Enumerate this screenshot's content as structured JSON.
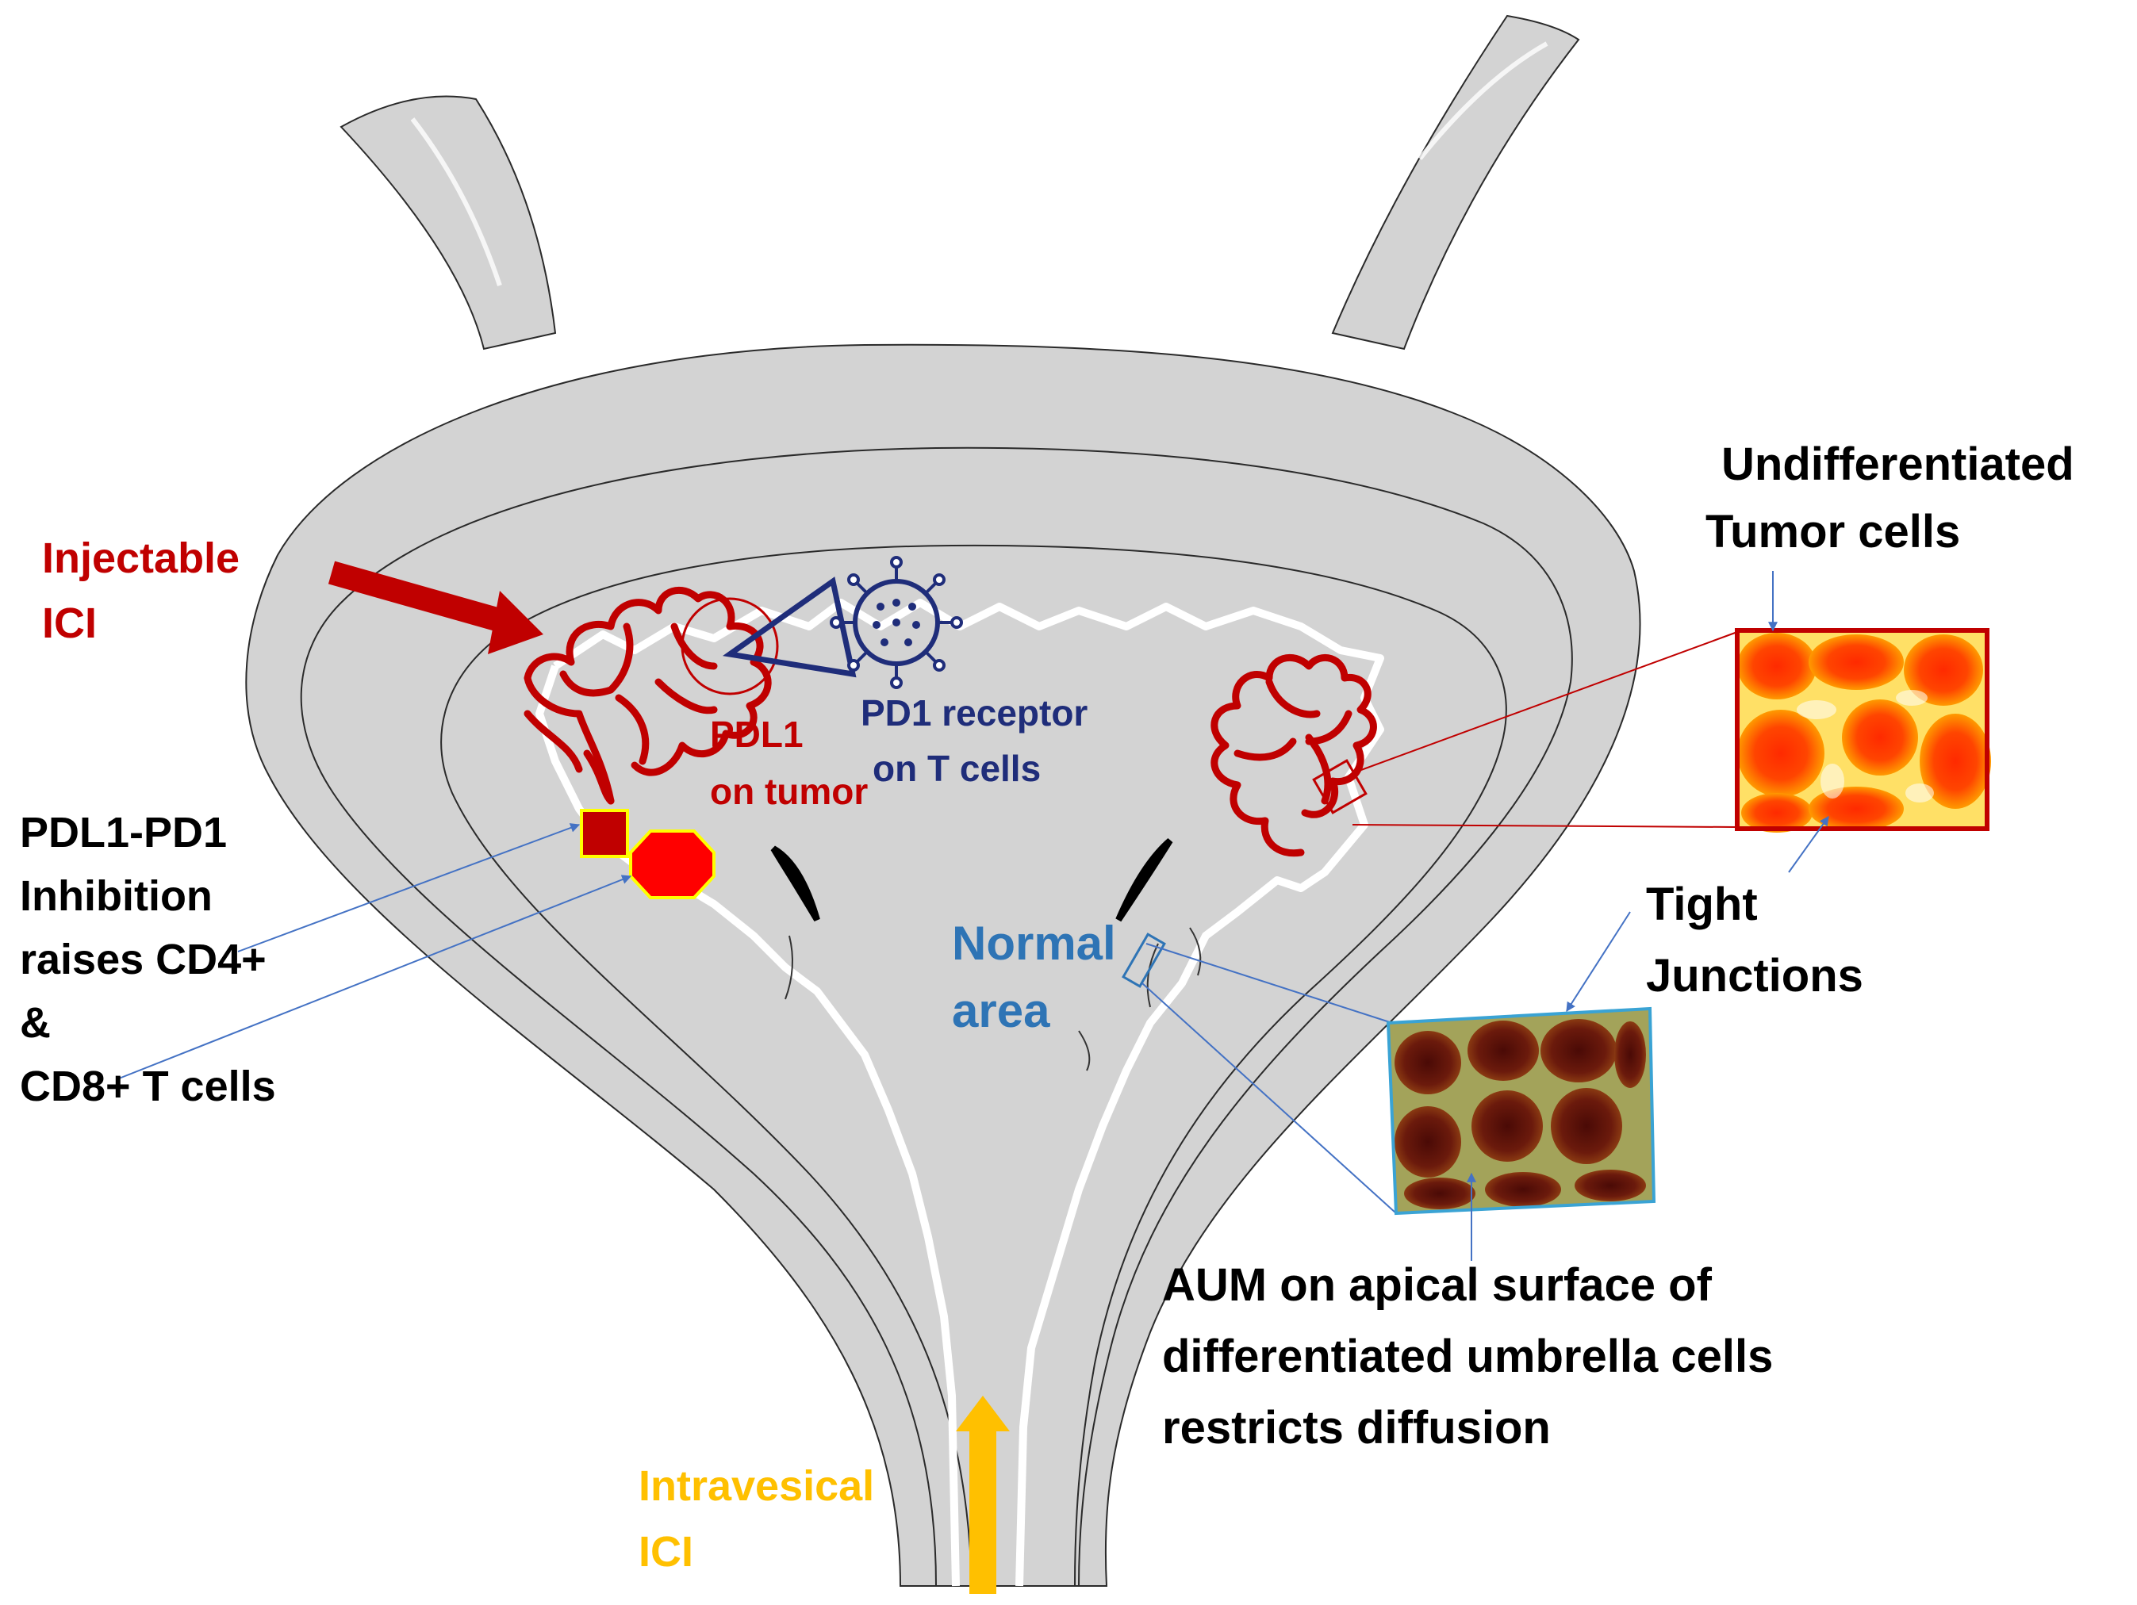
{
  "colors": {
    "bladder_fill": "#d3d3d3",
    "bladder_stroke": "#2a2a2a",
    "tumor": "#c00000",
    "tcell": "#1f2d7a",
    "normal_blue": "#2e74b5",
    "arrow_blue": "#4472c4",
    "injectable": "#c00000",
    "intravesical": "#ffc000",
    "black_text": "#000000"
  },
  "labels": {
    "injectable_line1": "Injectable",
    "injectable_line2": "ICI",
    "pdl1_line1": "PDL1",
    "pdl1_line2": "on tumor",
    "pd1_line1": "PD1 receptor",
    "pd1_line2": "on T cells",
    "undiff_line1": "Undifferentiated",
    "undiff_line2": "Tumor cells",
    "tight_line1": "Tight",
    "tight_line2": "Junctions",
    "normal_line1": "Normal",
    "normal_line2": "area",
    "inhibition_line1": "PDL1-PD1",
    "inhibition_line2": "Inhibition",
    "inhibition_line3": "raises CD4+",
    "inhibition_line4": "&",
    "inhibition_line5": "CD8+ T cells",
    "aum_line1": "AUM on apical surface of",
    "aum_line2": "differentiated umbrella cells",
    "aum_line3": "restricts diffusion",
    "intravesical_line1": "Intravesical",
    "intravesical_line2": "ICI"
  },
  "icons": {
    "tumor_left": "tumor-papilla-icon",
    "tumor_right": "tumor-papilla-icon",
    "tcell": "t-cell-virus-icon",
    "cd4": "cd4-square-icon",
    "cd8": "cd8-octagon-icon",
    "ureteral_orifice": "orifice-slit-icon"
  }
}
